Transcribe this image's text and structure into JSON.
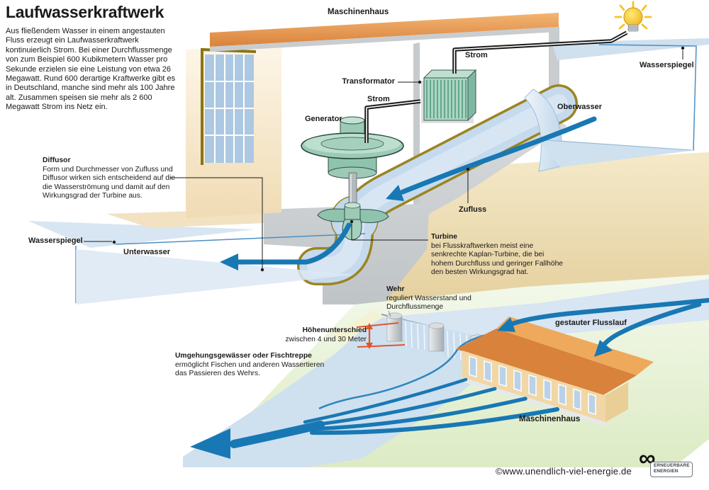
{
  "header": {
    "title": "Laufwasserkraftwerk",
    "intro": "Aus fließendem Wasser in einem angestauten Fluss erzeugt ein Laufwasserkraftwerk kontinuierlich Strom. Bei einer Durchflussmenge von zum Beispiel 600 Kubikmetern Wasser pro Sekunde erzielen sie eine Leistung von etwa 26 Megawatt. Rund 600 derartige Kraftwerke gibt es in Deutschland, manche sind mehr als 100 Jahre alt. Zusammen speisen sie mehr als 2 600 Megawatt Strom ins Netz ein."
  },
  "diagram": {
    "labels": {
      "maschinenhaus_top": "Maschinenhaus",
      "strom_top": "Strom",
      "wasserspiegel_right": "Wasserspiegel",
      "transformator": "Transformator",
      "strom_inner": "Strom",
      "generator": "Generator",
      "oberwasser": "Oberwasser",
      "zufluss": "Zufluss",
      "wasserspiegel_left": "Wasserspiegel",
      "unterwasser": "Unterwasser",
      "gestauter_flusslauf": "gestauter Flusslauf",
      "maschinenhaus_bottom": "Maschinenhaus"
    },
    "callouts": {
      "diffusor": {
        "title": "Diffusor",
        "body": "Form und Durchmesser von Zufluss und Diffusor wirken sich entscheidend auf die die Wasserströmung und damit auf den Wirkungsgrad der Turbine aus."
      },
      "turbine": {
        "title": "Turbine",
        "body": "bei Flusskraftwerken meist eine senkrechte Kaplan-Turbine, die bei hohem Durchfluss und geringer Fallhöhe den besten Wirkungsgrad hat."
      },
      "wehr": {
        "title": "Wehr",
        "body": "reguliert Wasserstand und Durchflussmenge"
      },
      "hoehenunterschied": {
        "title": "Höhenunterschied",
        "body": "zwischen 4 und 30 Meter"
      },
      "umgehung": {
        "title": "Umgehungsgewässer oder Fischtreppe",
        "body": "ermöglicht Fischen und anderen Wassertieren das Passieren des Wehrs."
      }
    }
  },
  "footer": {
    "copyright": "©www.unendlich-viel-energie.de",
    "logo_symbol": "∞",
    "logo_line1": "ERNEUERBARE",
    "logo_line2": "ENERGIEN"
  },
  "colors": {
    "flow_blue": "#1878B4",
    "water_surface": "#CFE0EF",
    "roof_orange": "#E0904A",
    "machine_teal": "#9CCAB7",
    "ground_tan": "#EBD9AC",
    "land_green": "#E2EFCB",
    "height_marker_red": "#E2542C",
    "concrete_gray": "#C9CDD0",
    "channel_outline_gold": "#9C8420"
  }
}
